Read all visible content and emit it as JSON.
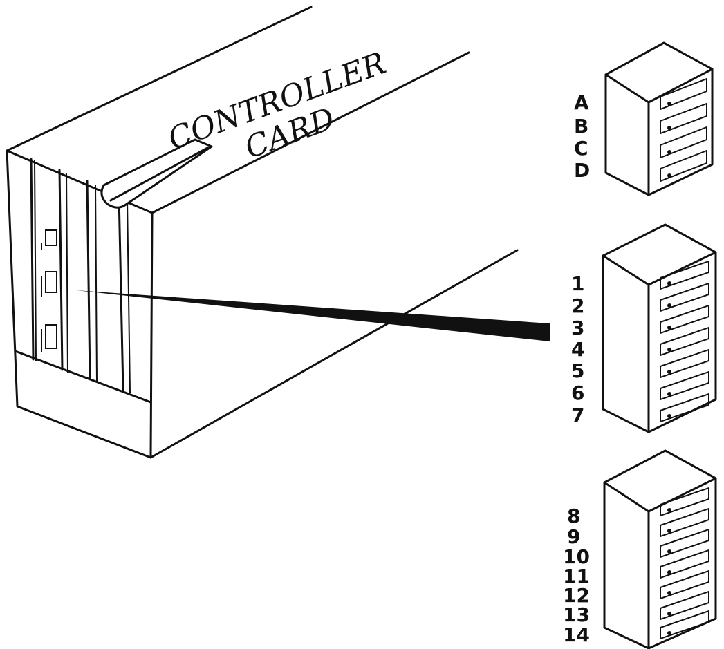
{
  "annotation": {
    "line1": "CONTROLLER",
    "line2": "CARD"
  },
  "switch_banks": [
    {
      "name": "dip-switch-bank-a-d",
      "labels": [
        "A",
        "B",
        "C",
        "D"
      ]
    },
    {
      "name": "dip-switch-bank-1-7",
      "labels": [
        "1",
        "2",
        "3",
        "4",
        "5",
        "6",
        "7"
      ]
    },
    {
      "name": "dip-switch-bank-8-14",
      "labels": [
        "8",
        "9",
        "10",
        "11",
        "12",
        "13",
        "14"
      ]
    }
  ],
  "colors": {
    "ink": "#111111",
    "paper": "#ffffff"
  }
}
